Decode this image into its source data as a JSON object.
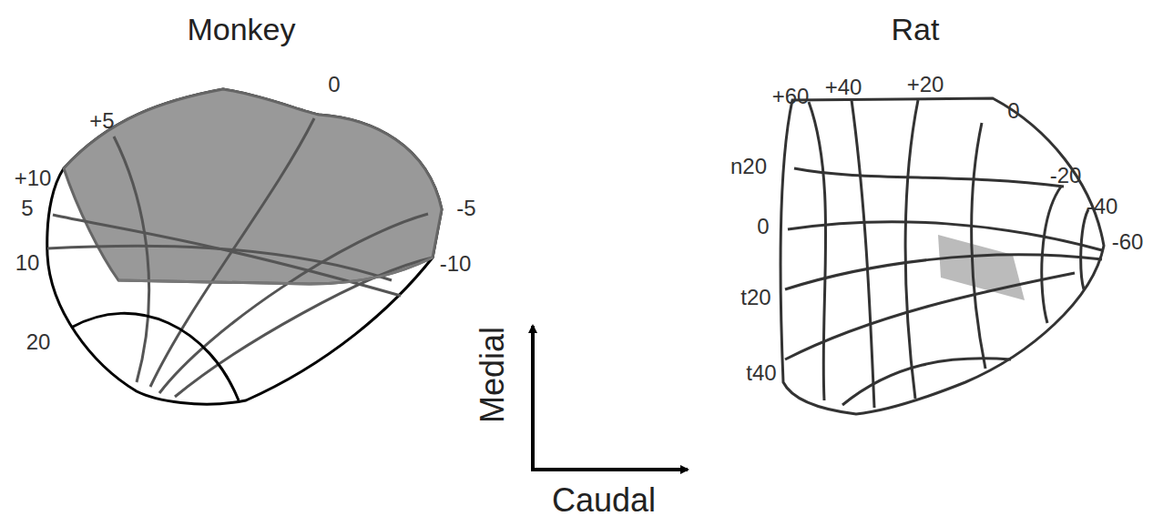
{
  "diagram": {
    "labels": [
      "Monkey",
      "0",
      "+5",
      "+10",
      "5",
      "10",
      "20",
      "-5",
      "-10",
      "Rat",
      "+60",
      "+40",
      "+20",
      "0",
      "n20",
      "0",
      "t20",
      "t40",
      "-20",
      "-40",
      "-60",
      "Medial",
      "Caudal"
    ]
  }
}
